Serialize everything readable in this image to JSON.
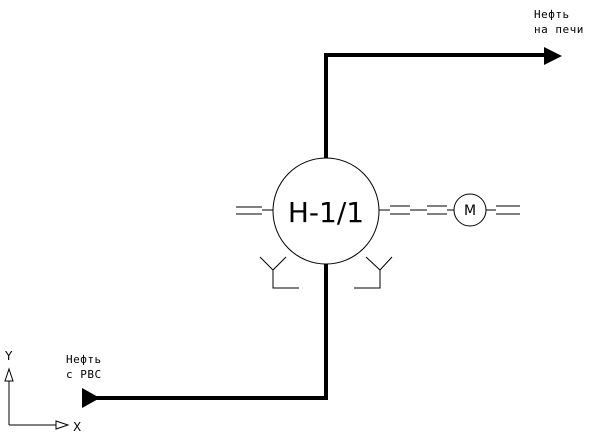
{
  "diagram": {
    "pump_label": "Н-1/1",
    "motor_label": "М",
    "outlet_label": [
      "Нефть",
      "на печи"
    ],
    "inlet_label": [
      "Нефть",
      "с РВС"
    ],
    "ucs_x": "X",
    "ucs_y": "Y"
  },
  "colors": {
    "line": "#000000",
    "background": "#ffffff"
  }
}
